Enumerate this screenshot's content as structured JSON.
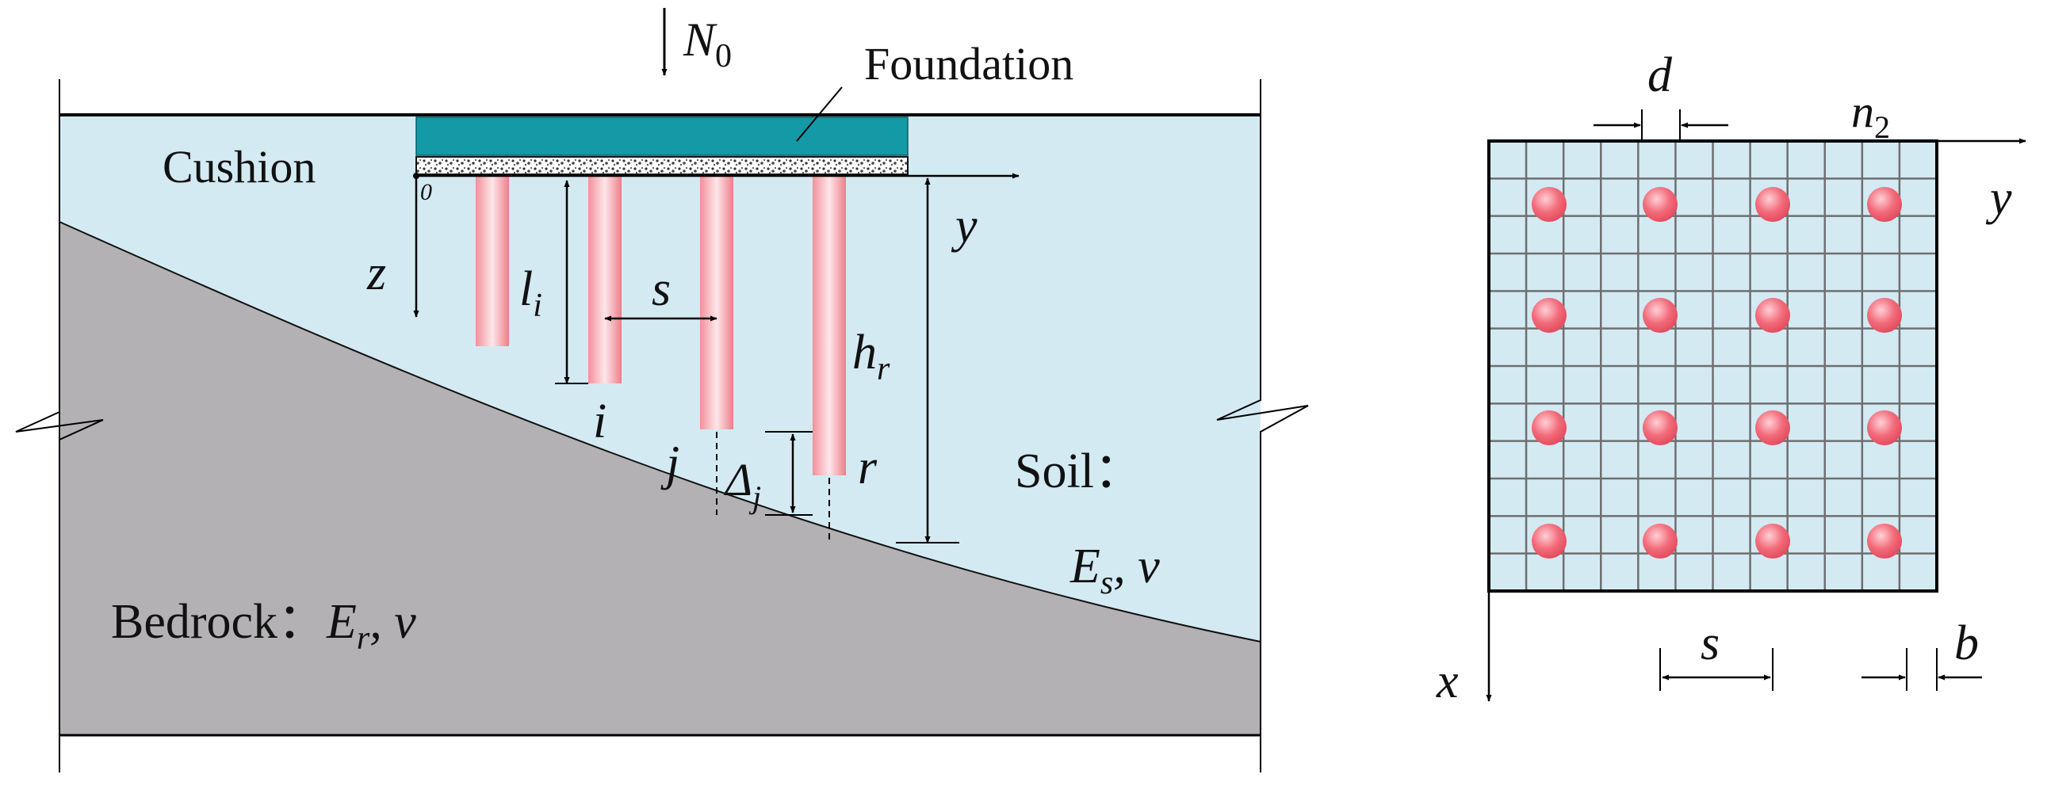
{
  "left_panel": {
    "load": {
      "symbol": "N",
      "subscript": "0"
    },
    "foundation_label": "Foundation",
    "cushion_label": "Cushion",
    "origin_label": "0",
    "axis_y": "y",
    "axis_z": "z",
    "pile_length": {
      "symbol": "l",
      "subscript": "i"
    },
    "pile_spacing": "s",
    "rock_depth": {
      "symbol": "h",
      "subscript": "r"
    },
    "pile_i": "i",
    "pile_j": "j",
    "pile_r": "r",
    "gap": {
      "symbol": "Δ",
      "subscript": "j"
    },
    "soil": {
      "title": "Soil：",
      "modulus": "E",
      "modulus_sub": "s",
      "poisson": ", ν"
    },
    "bedrock": {
      "title": "Bedrock：",
      "modulus": "E",
      "modulus_sub": "r",
      "poisson": ", ν"
    },
    "colors": {
      "soil": "#d3eaf3",
      "bedrock": "#b3b1b3",
      "foundation": "#149aa6",
      "pile": "#f07f8a"
    }
  },
  "right_panel": {
    "pile_diameter": "d",
    "count_label": {
      "symbol": "n",
      "subscript": "2"
    },
    "axis_y": "y",
    "axis_x": "x",
    "spacing": "s",
    "grid_size": "b",
    "colors": {
      "fill": "#d3eaf3",
      "pile": "#f06a78"
    }
  }
}
